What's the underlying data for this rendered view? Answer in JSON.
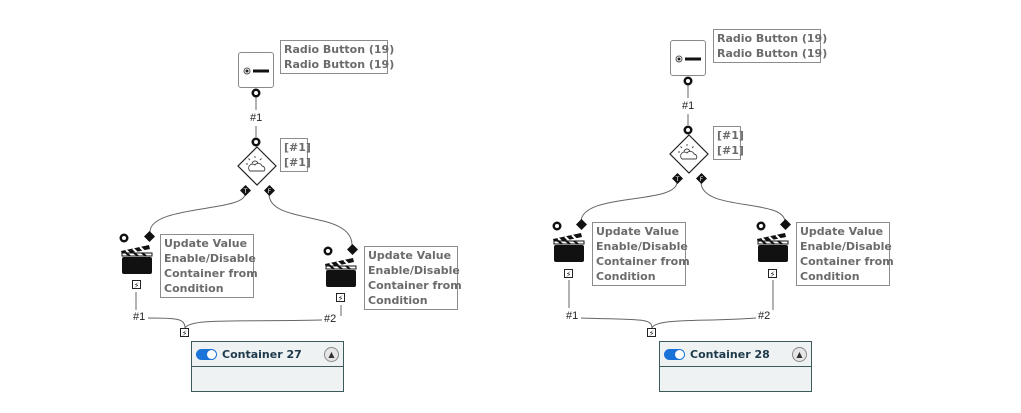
{
  "diagrams": [
    {
      "trigger": {
        "icon": "radio-button-icon",
        "labels": [
          "Radio Button (19)",
          "Radio Button (19)"
        ]
      },
      "link_label": "#1",
      "condition": {
        "icon": "weather-condition-icon",
        "labels": [
          "[#1]",
          "[#1]"
        ],
        "true_port": "T",
        "false_port": "F"
      },
      "actions": [
        {
          "icon": "clapperboard-icon",
          "labels": [
            "Update Value",
            "Enable/Disable",
            "Container from",
            "Condition"
          ],
          "output_label": "#1"
        },
        {
          "icon": "clapperboard-icon",
          "labels": [
            "Update Value",
            "Enable/Disable",
            "Container from",
            "Condition"
          ],
          "output_label": "#2"
        }
      ],
      "container": {
        "title": "Container 27",
        "enabled": true
      }
    },
    {
      "trigger": {
        "icon": "radio-button-icon",
        "labels": [
          "Radio Button (19)",
          "Radio Button (19)"
        ]
      },
      "link_label": "#1",
      "condition": {
        "icon": "weather-condition-icon",
        "labels": [
          "[#1]",
          "[#1]"
        ],
        "true_port": "T",
        "false_port": "F"
      },
      "actions": [
        {
          "icon": "clapperboard-icon",
          "labels": [
            "Update Value",
            "Enable/Disable",
            "Container from",
            "Condition"
          ],
          "output_label": "#1"
        },
        {
          "icon": "clapperboard-icon",
          "labels": [
            "Update Value",
            "Enable/Disable",
            "Container from",
            "Condition"
          ],
          "output_label": "#2"
        }
      ],
      "container": {
        "title": "Container 28",
        "enabled": true
      }
    }
  ]
}
